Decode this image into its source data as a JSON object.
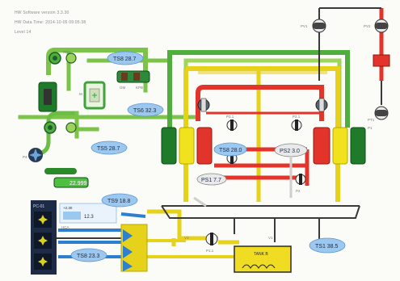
{
  "header": {
    "line1": "HW Software version 3.3.30",
    "line2": "HW Data Time: 2014-10-05 09:05:38",
    "line3": "Level 14"
  },
  "colors": {
    "green": "#3fa23a",
    "dark_green": "#1f7a2a",
    "light_green": "#9ed35a",
    "red": "#e2342b",
    "yellow": "#e6d21a",
    "pale_yellow": "#f2ea86",
    "blue": "#2f7fd0",
    "badge_blue": "#9cc8f0"
  },
  "badges": {
    "ts1": "TS8 28.7",
    "ts2": "TS6 32.3",
    "ts3": "TS5 28.7",
    "ts4": "TS8 28.0",
    "ps2": "PS2 3.0",
    "ps1": "PS1 7.7",
    "ts5": "TS9 18.8",
    "ts6": "TS8 23.3",
    "ts7": "TS1 38.5"
  },
  "labels": {
    "v1": "NBS",
    "v2": "M",
    "g1": "GM",
    "g2": "KPB",
    "pump_top1": "PV1",
    "pump_top2": "PV2",
    "p_left": "P4",
    "p_mid1": "P3.1",
    "p_mid2": "P2.1",
    "p_mid3": "P2",
    "p_right1": "P1",
    "p_right2": "PT1",
    "p_bottom": "P1.1",
    "tank": "TANK B",
    "valve_a": "V3",
    "valve_b": "V1",
    "lcd_value": "22.999",
    "panel_title": "PC-01",
    "panel_value": "12.3",
    "panel_label": "HCA",
    "panel_setpoint": "+2.30"
  }
}
